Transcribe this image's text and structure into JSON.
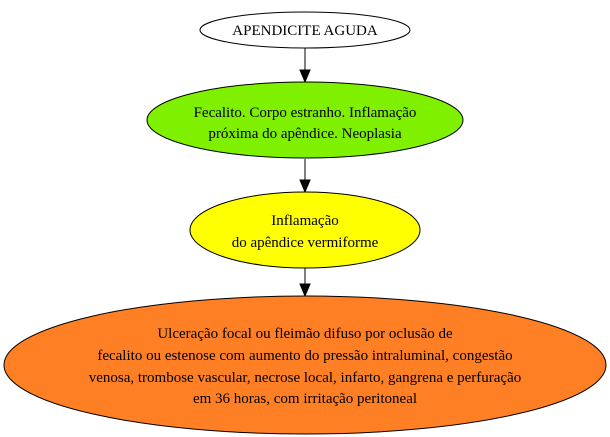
{
  "nodes": [
    {
      "id": "apendicite",
      "fill": "#ffffff",
      "lines": [
        "APENDICITE AGUDA"
      ]
    },
    {
      "id": "causas",
      "fill": "#7ff000",
      "lines": [
        "Fecalito. Corpo estranho. Inflamação",
        "próxima do apêndice. Neoplasia"
      ]
    },
    {
      "id": "inflamacao",
      "fill": "#ffff00",
      "lines": [
        "Inflamação",
        "do apêndice vermiforme"
      ]
    },
    {
      "id": "consequencias",
      "fill": "#ff7f24",
      "lines": [
        "Ulceração focal ou fleimão difuso por oclusão de",
        "fecalito ou estenose com aumento do pressão intraluminal, congestão",
        "venosa, trombose vascular, necrose local, infarto, gangrena e perfuração",
        "em 36 horas, com irritação peritoneal"
      ]
    }
  ],
  "edges": [
    {
      "from": "apendicite",
      "to": "causas"
    },
    {
      "from": "causas",
      "to": "inflamacao"
    },
    {
      "from": "inflamacao",
      "to": "consequencias"
    }
  ]
}
